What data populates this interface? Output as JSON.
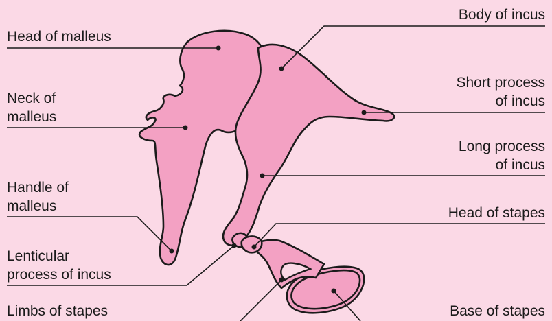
{
  "labels": {
    "head_of_malleus": "Head of malleus",
    "neck_of_malleus_line1": "Neck of",
    "neck_of_malleus_line2": "malleus",
    "handle_of_malleus_line1": "Handle of",
    "handle_of_malleus_line2": "malleus",
    "lenticular_process_line1": "Lenticular",
    "lenticular_process_line2": "process of incus",
    "limbs_of_stapes": "Limbs of stapes",
    "body_of_incus": "Body of incus",
    "short_process_line1": "Short process",
    "short_process_line2": "of incus",
    "long_process_line1": "Long process",
    "long_process_line2": "of incus",
    "head_of_stapes": "Head of stapes",
    "base_of_stapes": "Base of stapes"
  },
  "colors": {
    "background": "#fbd9e6",
    "bone_fill": "#f3a1c3",
    "outline": "#1b1b1b"
  }
}
